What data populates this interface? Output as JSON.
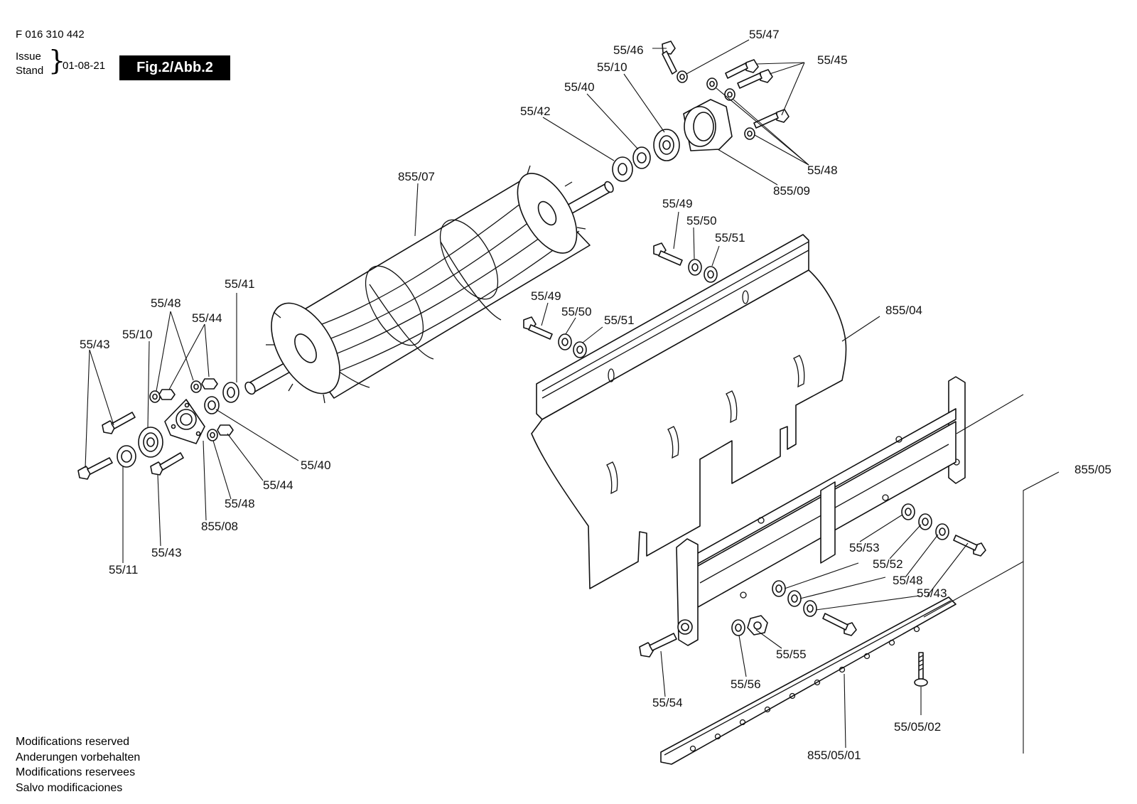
{
  "header": {
    "document_number": "F 016 310 442",
    "issue_label_en": "Issue",
    "issue_label_de": "Stand",
    "issue_date": "01-08-21",
    "figure_badge": "Fig.2/Abb.2"
  },
  "footer_notes": [
    "Modifications reserved",
    "Anderungen vorbehalten",
    "Modifications reservees",
    "Salvo modificaciones"
  ],
  "callouts": {
    "c_55_47": "55/47",
    "c_55_46": "55/46",
    "c_55_45": "55/45",
    "c_55_10_top": "55/10",
    "c_55_40_top": "55/40",
    "c_55_42": "55/42",
    "c_55_48_top": "55/48",
    "c_855_09": "855/09",
    "c_855_07": "855/07",
    "c_55_49_a": "55/49",
    "c_55_50_a": "55/50",
    "c_55_51_a": "55/51",
    "c_55_49_b": "55/49",
    "c_55_50_b": "55/50",
    "c_55_51_b": "55/51",
    "c_855_04": "855/04",
    "c_55_41": "55/41",
    "c_55_48_left": "55/48",
    "c_55_44_left": "55/44",
    "c_55_10_left": "55/10",
    "c_55_43_left": "55/43",
    "c_55_40_left": "55/40",
    "c_55_44_bot": "55/44",
    "c_55_48_bot": "55/48",
    "c_855_08": "855/08",
    "c_55_43_bot": "55/43",
    "c_55_11": "55/11",
    "c_855_05": "855/05",
    "c_55_53": "55/53",
    "c_55_52": "55/52",
    "c_55_48_right": "55/48",
    "c_55_43_right": "55/43",
    "c_55_55": "55/55",
    "c_55_56": "55/56",
    "c_55_54": "55/54",
    "c_55_05_02": "55/05/02",
    "c_855_05_01": "855/05/01"
  }
}
